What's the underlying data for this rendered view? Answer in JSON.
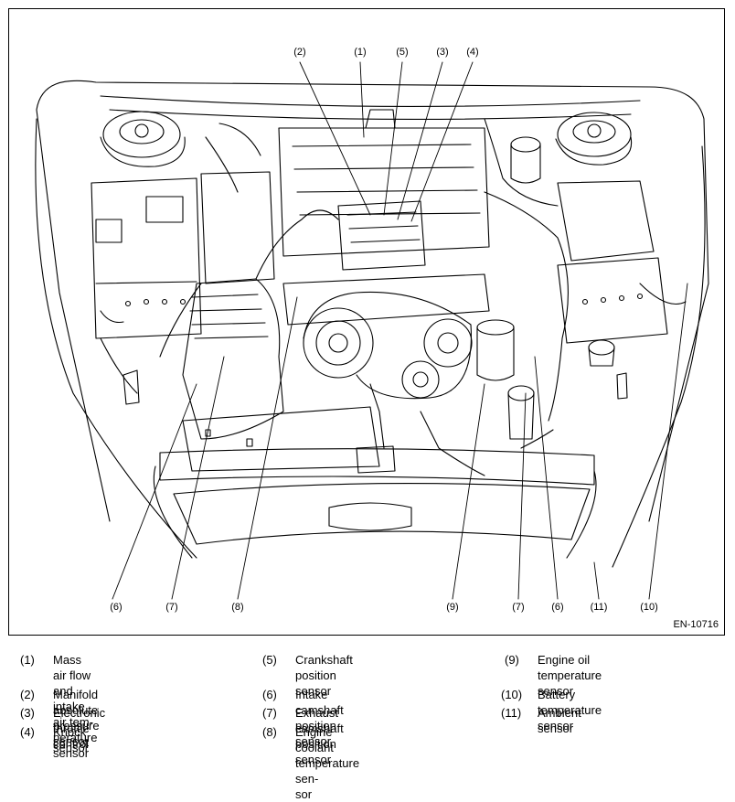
{
  "figure_id": "EN-10716",
  "callouts": {
    "top": [
      "(2)",
      "(1)",
      "(5)",
      "(3)",
      "(4)"
    ],
    "bottom": [
      "(6)",
      "(7)",
      "(8)",
      "(9)",
      "(7)",
      "(6)",
      "(11)",
      "(10)"
    ]
  },
  "legend": [
    {
      "num": "(1)",
      "lines": [
        "Mass air flow and intake air tem-",
        "perature sensor"
      ]
    },
    {
      "num": "(2)",
      "lines": [
        "Manifold absolute pressure sensor"
      ]
    },
    {
      "num": "(3)",
      "lines": [
        "Electronic throttle control"
      ]
    },
    {
      "num": "(4)",
      "lines": [
        "Knock sensor"
      ]
    },
    {
      "num": "(5)",
      "lines": [
        "Crankshaft position sensor"
      ]
    },
    {
      "num": "(6)",
      "lines": [
        "Intake camshaft position sensor"
      ]
    },
    {
      "num": "(7)",
      "lines": [
        "Exhaust camshaft position sensor"
      ]
    },
    {
      "num": "(8)",
      "lines": [
        "Engine coolant temperature sen-",
        "sor"
      ]
    },
    {
      "num": "(9)",
      "lines": [
        "Engine oil temperature sensor"
      ]
    },
    {
      "num": "(10)",
      "lines": [
        "Battery temperature sensor"
      ]
    },
    {
      "num": "(11)",
      "lines": [
        "Ambient sensor"
      ]
    }
  ]
}
